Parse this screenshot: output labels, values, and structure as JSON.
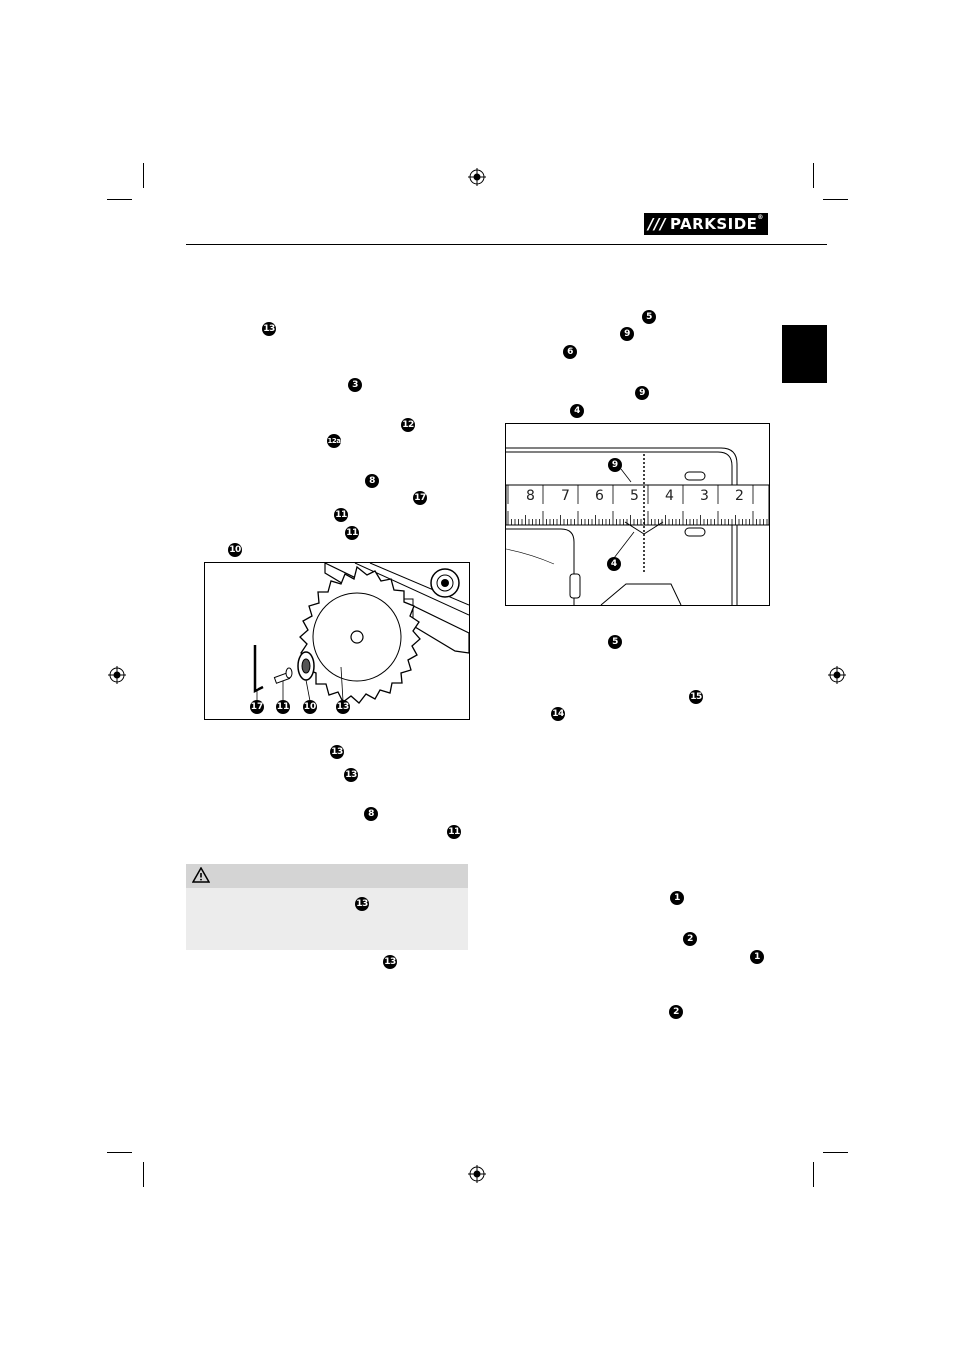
{
  "header": {
    "brand": "PARKSIDE",
    "brand_slashes": "///",
    "brand_mark": "®"
  },
  "left_column": {
    "callouts": [
      "13",
      "3",
      "12",
      "12a",
      "8",
      "17",
      "11",
      "11",
      "10"
    ],
    "figure1_labels": [
      "17",
      "11",
      "10",
      "13"
    ],
    "callouts_after_figure": [
      "13",
      "13",
      "8",
      "11"
    ],
    "warning_callout": "13",
    "final_callout": "13"
  },
  "right_column": {
    "callouts_top": [
      "5",
      "9",
      "6",
      "9",
      "4"
    ],
    "figure2_labels": [
      "9",
      "4"
    ],
    "ruler_numbers": [
      "8",
      "7",
      "6",
      "5",
      "4",
      "3",
      "2"
    ],
    "callouts_after_figure": [
      "5",
      "15",
      "14"
    ],
    "callouts_bottom": [
      "1",
      "2",
      "1",
      "2"
    ]
  },
  "colors": {
    "ink": "#000000",
    "warning_head": "#d4d4d4",
    "warning_body": "#ececec"
  },
  "icons": [
    "registration-mark-icon",
    "warning-triangle-icon"
  ]
}
